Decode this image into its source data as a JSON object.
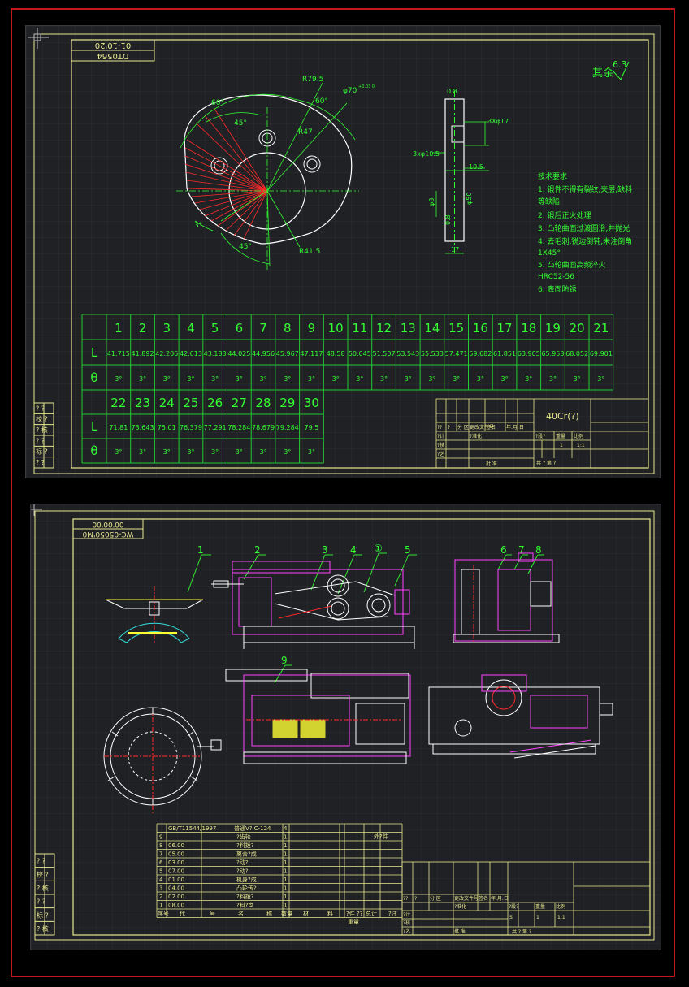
{
  "colors": {
    "frame": "#c0161c",
    "paper": "#202124",
    "border_line": "#e8e890",
    "table_line": "#22cc33",
    "text_green": "#33ff33",
    "white": "#ffffff",
    "red": "#ff2a2a",
    "magenta": "#ff44ff",
    "cyan": "#33dddd",
    "yellow": "#ffff33",
    "dim_yellow": "#d8d860"
  },
  "top_sheet": {
    "drawing_no_top": "01-10'20",
    "drawing_no_bottom": "DT0564",
    "roughness": {
      "label": "其余",
      "value": "6.3"
    },
    "cam_dims": {
      "r_outer": "R79.5",
      "bore": "φ70",
      "bore_tol": "+0.03 0",
      "r_mid": "R47",
      "r_inner": "R41.5",
      "angle_a": "60°",
      "angle_b": "60°",
      "angle_c": "45°",
      "angle_d": "45°",
      "angle_e": "3°"
    },
    "side_dims": {
      "top_rough": "0.8",
      "hole": "3Xφ17",
      "holes_left": "3xφ10.5",
      "width_inner": "10.5",
      "bore_v": "φ8",
      "bore_v2": "φ50",
      "bottom_rough": "0.8",
      "width": "17"
    },
    "tech_notes": {
      "title": "技术要求",
      "items": [
        "1. 锻件不得有裂纹,夹层,缺料",
        "等缺陷",
        "2. 锻后正火处理",
        "3. 凸轮曲面过渡圆滑,并抛光",
        "4. 去毛刺,锐边倒钝,未注倒角",
        "1X45°",
        "5. 凸轮曲面高频淬火",
        "HRC52-56",
        "6. 表面防锈"
      ]
    },
    "table1": {
      "index": [
        "1",
        "2",
        "3",
        "4",
        "5",
        "6",
        "7",
        "8",
        "9",
        "10",
        "11",
        "12",
        "13",
        "14",
        "15",
        "16",
        "17",
        "18",
        "19",
        "20",
        "21"
      ],
      "row_l_label": "L",
      "row_theta_label": "θ",
      "L": [
        "41.715",
        "41.892",
        "42.206",
        "42.613",
        "43.183",
        "44.025",
        "44.956",
        "45.967",
        "47.117",
        "48.58",
        "50.045",
        "51.507",
        "53.543",
        "55.533",
        "57.471",
        "59.682",
        "61.851",
        "63.905",
        "65.953",
        "68.052",
        "69.901"
      ],
      "theta": [
        "3°",
        "3°",
        "3°",
        "3°",
        "3°",
        "3°",
        "3°",
        "3°",
        "3°",
        "3°",
        "3°",
        "3°",
        "3°",
        "3°",
        "3°",
        "3°",
        "3°",
        "3°",
        "3°",
        "3°",
        "3°"
      ]
    },
    "table2": {
      "index": [
        "22",
        "23",
        "24",
        "25",
        "26",
        "27",
        "28",
        "29",
        "30"
      ],
      "L": [
        "71.81",
        "73.643",
        "75.01",
        "76.379",
        "77.291",
        "78.284",
        "78.679",
        "79.284",
        "79.5"
      ],
      "theta": [
        "3°",
        "3°",
        "3°",
        "3°",
        "3°",
        "3°",
        "3°",
        "3°",
        "3°"
      ]
    },
    "title_block": {
      "material": "40Cr(?)",
      "cells": [
        "??",
        "?",
        "分 区",
        "更改文件号",
        "签名",
        "年.月.日",
        "?计",
        "?准化",
        "?核",
        "?艺",
        "批 准",
        "?段?",
        "重量",
        "比例",
        "1",
        "1:1",
        "共 ? 第 ?"
      ]
    },
    "side_strip": [
      "? ?",
      "校 ?",
      "? 核",
      "? ?",
      "标 ?",
      "? ?"
    ]
  },
  "bottom_sheet": {
    "drawing_no_top": "00'00'00",
    "drawing_no_bottom": "WC-05050'M0",
    "balloons": [
      "1",
      "2",
      "3",
      "4",
      "①",
      "5",
      "6",
      "7",
      "8",
      "9"
    ],
    "parts_list": {
      "header_part": "GB/T11544/1997",
      "header_name": "普通V? C-124",
      "header_qty": "4",
      "header_note": "外?件",
      "rows": [
        {
          "no": "9",
          "code": "",
          "name": "?齿轮",
          "qty": "1"
        },
        {
          "no": "8",
          "code": "06.00",
          "name": "?料拨?",
          "qty": "1"
        },
        {
          "no": "7",
          "code": "05.00",
          "name": "离合?成",
          "qty": "1"
        },
        {
          "no": "6",
          "code": "03.00",
          "name": "?动?",
          "qty": "1"
        },
        {
          "no": "5",
          "code": "07.00",
          "name": "?动?",
          "qty": "1"
        },
        {
          "no": "4",
          "code": "01.00",
          "name": "机身?成",
          "qty": "1"
        },
        {
          "no": "3",
          "code": "04.00",
          "name": "凸轮传?",
          "qty": "1"
        },
        {
          "no": "2",
          "code": "02.00",
          "name": "?料拨?",
          "qty": "1"
        },
        {
          "no": "1",
          "code": "08.00",
          "name": "?料?盘",
          "qty": "1"
        }
      ],
      "footer": [
        "序号",
        "代",
        "号",
        "名",
        "称",
        "数量",
        "材",
        "料",
        "?件 ??",
        "总计",
        "?注"
      ],
      "footer_sub": "重量"
    },
    "title_block": {
      "cells": [
        "??",
        "?",
        "分 区",
        "更改文件号",
        "签名",
        "年.月.日",
        "?计",
        "?准化",
        "?核",
        "?艺",
        "批 准",
        "?段?",
        "重量",
        "比例",
        "1",
        "1:1",
        "共 ? 第 ?",
        "S"
      ]
    },
    "side_strip": [
      "? ?",
      "校 ?",
      "? 核",
      "? ?",
      "标 ?",
      "? 核"
    ]
  }
}
